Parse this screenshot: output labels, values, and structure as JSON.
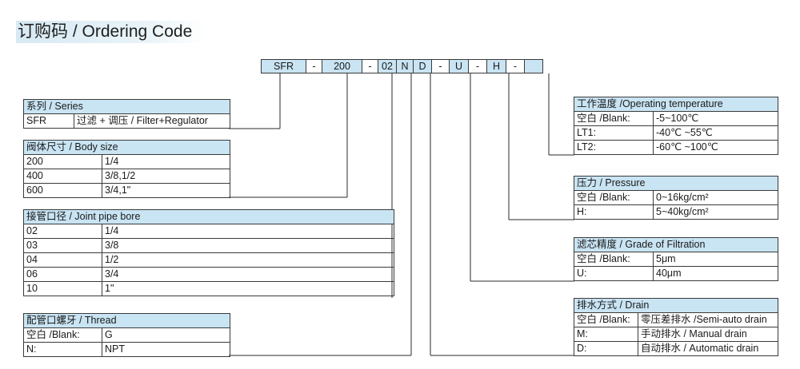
{
  "page_title": "订购码 / Ordering Code",
  "code": [
    "SFR",
    "-",
    "200",
    "-",
    "02",
    "N",
    "D",
    "-",
    "U",
    "-",
    "H",
    "-",
    ""
  ],
  "series": {
    "header": "系列 / Series",
    "rows": [
      [
        "SFR",
        "过滤 + 调压 /  Filter+Regulator"
      ]
    ]
  },
  "body_size": {
    "header": "阀体尺寸 / Body size",
    "rows": [
      [
        "200",
        "1/4"
      ],
      [
        "400",
        "3/8,1/2"
      ],
      [
        "600",
        "3/4,1\""
      ]
    ]
  },
  "joint_bore": {
    "header": "接管口径 / Joint pipe bore",
    "rows": [
      [
        "02",
        "1/4"
      ],
      [
        "03",
        "3/8"
      ],
      [
        "04",
        "1/2"
      ],
      [
        "06",
        "3/4"
      ],
      [
        "10",
        "1\""
      ]
    ]
  },
  "thread": {
    "header": "配管口螺牙 / Thread",
    "rows": [
      [
        "空白 /Blank:",
        "G"
      ],
      [
        "N:",
        "NPT"
      ]
    ]
  },
  "temperature": {
    "header": "工作温度 /Operating temperature",
    "rows": [
      [
        "空白 /Blank:",
        "-5~100℃"
      ],
      [
        "LT1:",
        "-40℃ ~55℃"
      ],
      [
        "LT2:",
        "-60℃ ~100℃"
      ]
    ]
  },
  "pressure": {
    "header": "压力 / Pressure",
    "rows": [
      [
        "空白 /Blank:",
        "0~16kg/cm²"
      ],
      [
        "H:",
        "5~40kg/cm²"
      ]
    ]
  },
  "filtration": {
    "header": "滤芯精度 / Grade of Filtration",
    "rows": [
      [
        "空白 /Blank:",
        "5μm"
      ],
      [
        "U:",
        "40μm"
      ]
    ]
  },
  "drain": {
    "header": "排水方式 / Drain",
    "rows": [
      [
        "空白 /Blank:",
        "零压差排水 /Semi-auto drain"
      ],
      [
        "M:",
        "手动排水 / Manual drain"
      ],
      [
        "D:",
        "自动排水 / Automatic drain"
      ]
    ]
  }
}
